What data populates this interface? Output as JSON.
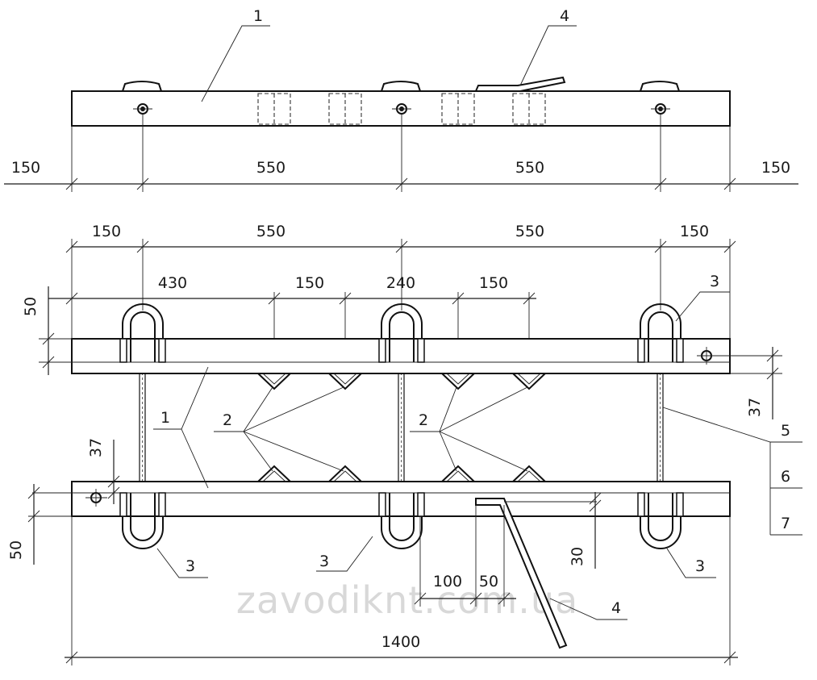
{
  "top_view": {
    "dims": [
      "150",
      "550",
      "550",
      "150"
    ],
    "callouts": [
      "1",
      "4"
    ]
  },
  "plan_view": {
    "top_dims": [
      "150",
      "550",
      "550",
      "150"
    ],
    "sub_dims": [
      "430",
      "150",
      "240",
      "150"
    ],
    "left_dims": [
      "50",
      "37",
      "50"
    ],
    "right_dims": [
      "37"
    ],
    "bottom_dims": [
      "100",
      "50",
      "30",
      "1400"
    ],
    "callouts": {
      "one": "1",
      "two_a": "2",
      "two_b": "2",
      "three_tr": "3",
      "three_bl": "3",
      "three_bm": "3",
      "three_br": "3",
      "four": "4",
      "five": "5",
      "six": "6",
      "seven": "7"
    }
  },
  "watermark": "zavodiknt.com.ua"
}
